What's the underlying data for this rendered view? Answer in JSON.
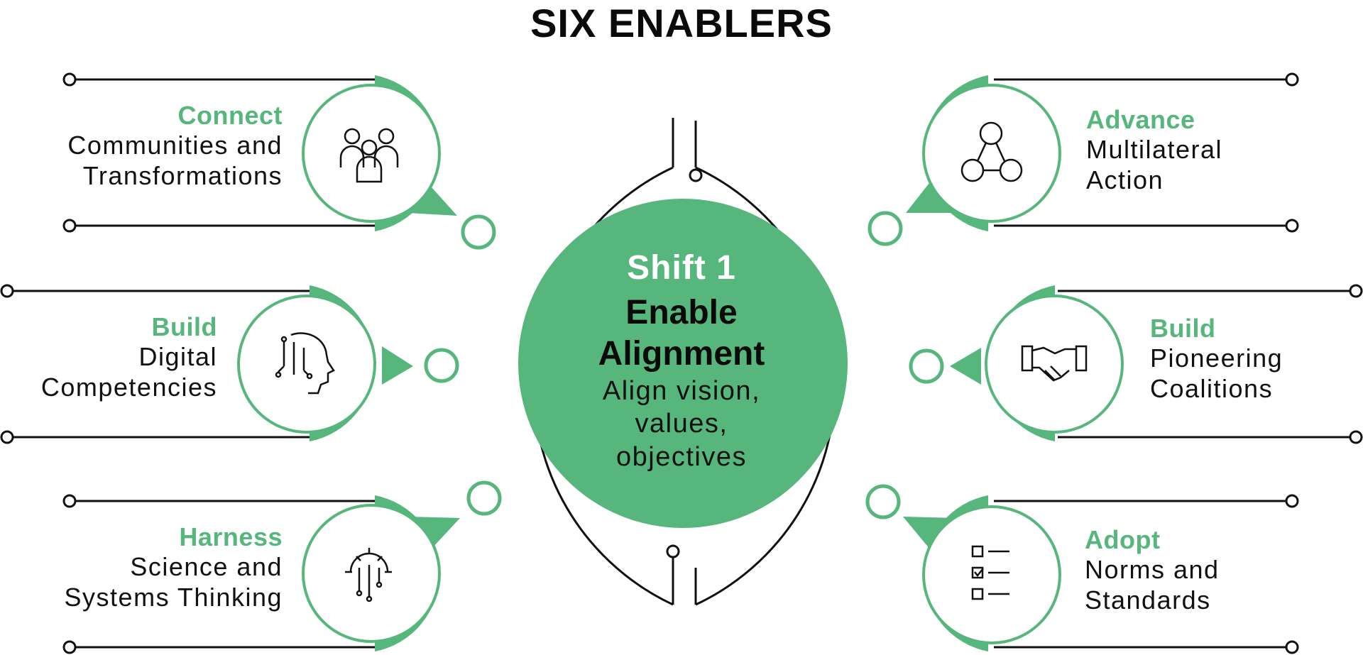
{
  "title": "SIX ENABLERS",
  "center": {
    "shift": "Shift 1",
    "headline_line1": "Enable",
    "headline_line2": "Alignment",
    "sub_line1": "Align vision,",
    "sub_line2": "values,",
    "sub_line3": "objectives"
  },
  "colors": {
    "accent": "#56b67c",
    "line": "#111111",
    "background": "#ffffff"
  },
  "enablers": {
    "connect": {
      "verb": "Connect",
      "line1": "Communities and",
      "line2": "Transformations",
      "icon": "people-group-icon"
    },
    "build_digital": {
      "verb": "Build",
      "line1": "Digital",
      "line2": "Competencies",
      "icon": "ai-head-icon"
    },
    "harness": {
      "verb": "Harness",
      "line1": "Science and",
      "line2": "Systems Thinking",
      "icon": "gear-circuit-icon"
    },
    "advance": {
      "verb": "Advance",
      "line1": "Multilateral",
      "line2": "Action",
      "icon": "network-people-icon"
    },
    "build_coalitions": {
      "verb": "Build",
      "line1": "Pioneering",
      "line2": "Coalitions",
      "icon": "handshake-icon"
    },
    "adopt": {
      "verb": "Adopt",
      "line1": "Norms and",
      "line2": "Standards",
      "icon": "checklist-icon"
    }
  }
}
